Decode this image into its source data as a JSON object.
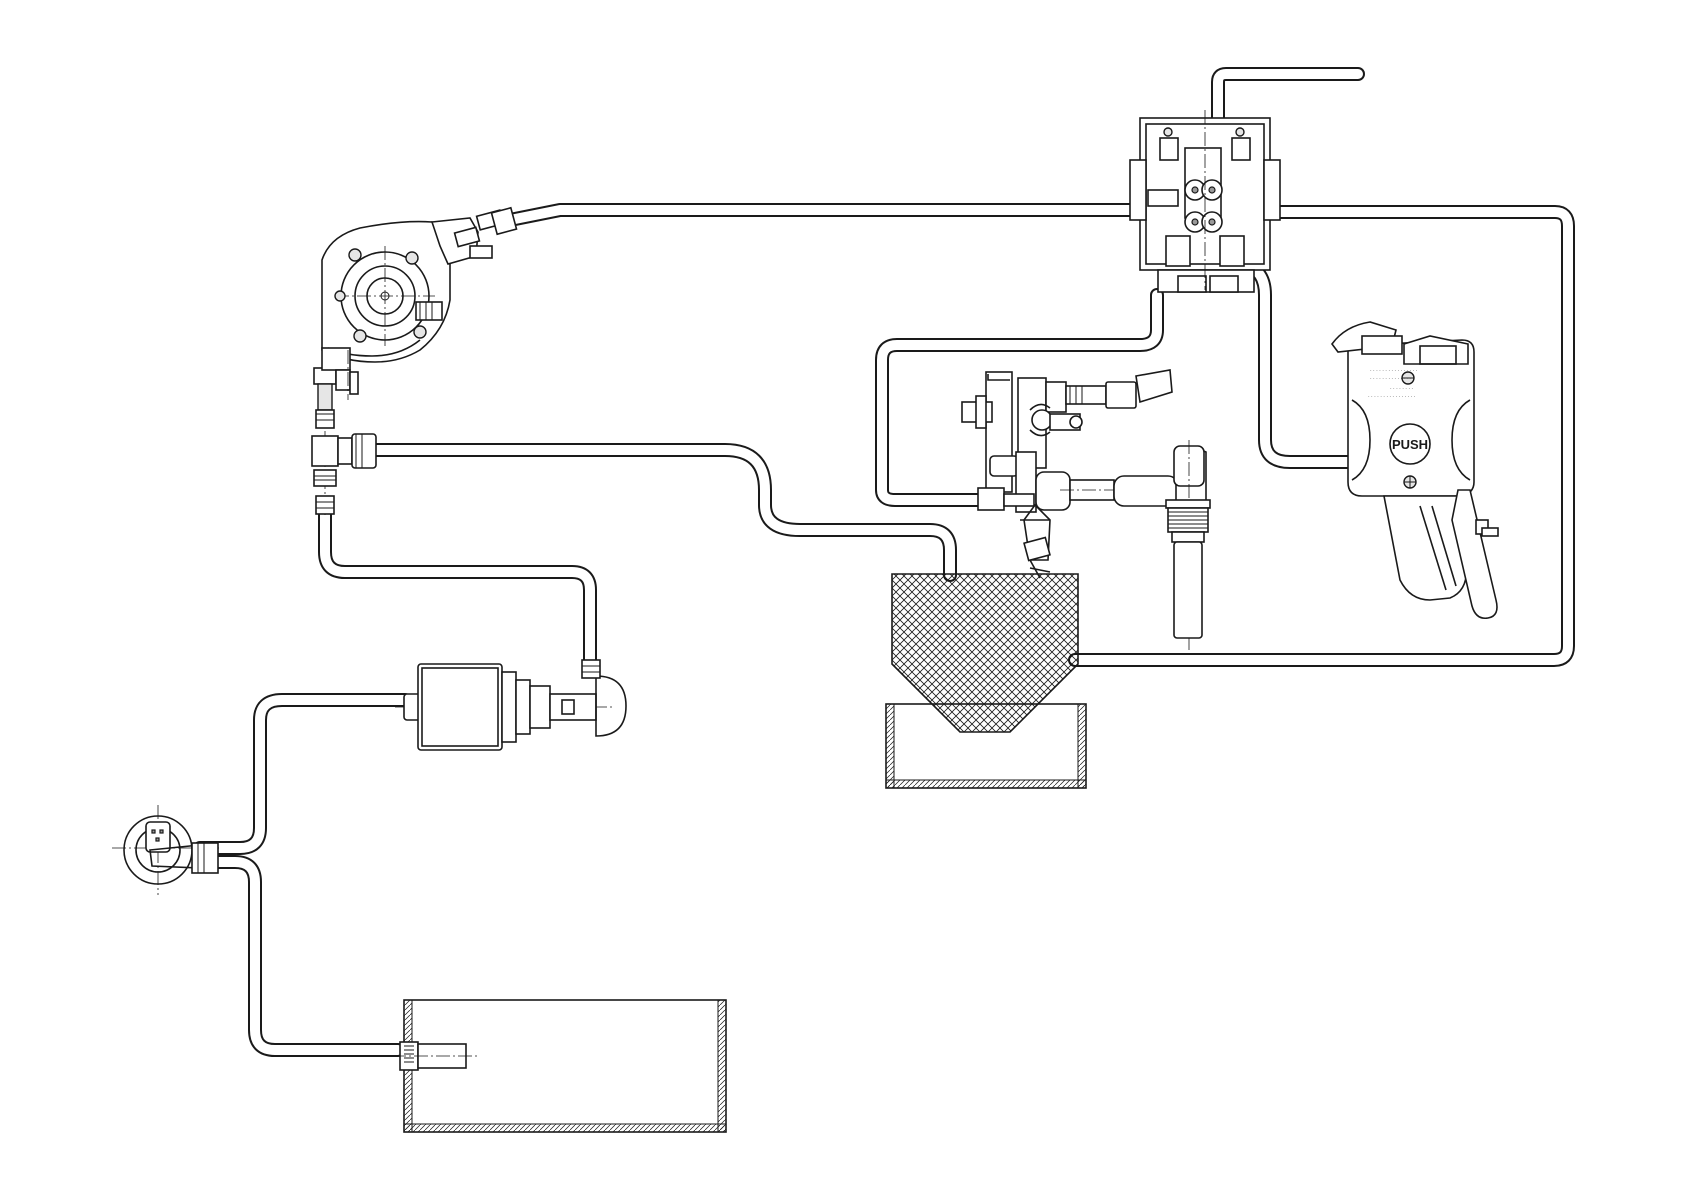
{
  "diagram": {
    "handle_label": "PUSH"
  },
  "colors": {
    "line": "#1a1a1a",
    "background": "#ffffff",
    "hatch": "#1a1a1a"
  },
  "components": [
    {
      "name": "water-tank",
      "icon": "tank-icon"
    },
    {
      "name": "flowmeter",
      "icon": "flowmeter-icon"
    },
    {
      "name": "pump",
      "icon": "pump-icon"
    },
    {
      "name": "thermoblock-boiler",
      "icon": "boiler-icon"
    },
    {
      "name": "three-way-valve",
      "icon": "valve-icon"
    },
    {
      "name": "drip-tray",
      "icon": "tray-icon"
    },
    {
      "name": "grounds-container",
      "icon": "hopper-icon"
    },
    {
      "name": "steam-valve-assembly",
      "icon": "valve-assembly-icon"
    },
    {
      "name": "brew-group",
      "icon": "brew-group-icon"
    }
  ]
}
